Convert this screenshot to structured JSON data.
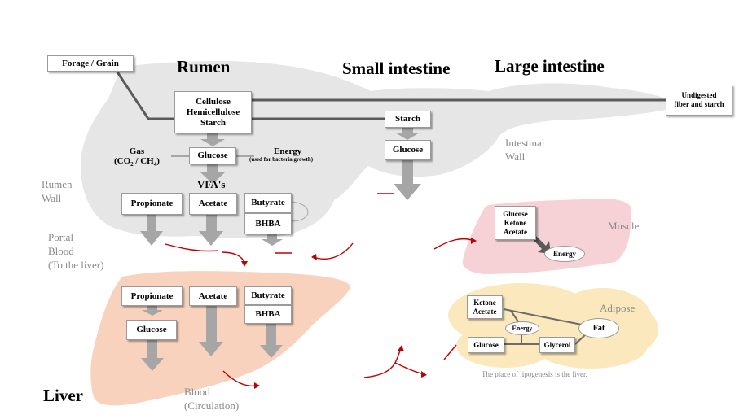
{
  "regions": {
    "rumen": "Rumen",
    "small_intestine": "Small intestine",
    "large_intestine": "Large intestine",
    "liver": "Liver"
  },
  "boxes": {
    "forage_grain": "Forage / Grain",
    "undigested_line1": "Undigested",
    "undigested_line2": "fiber and starch",
    "cellulose": "Cellulose",
    "hemicellulose": "Hemicellulose",
    "starch_rumen": "Starch",
    "glucose_rumen": "Glucose",
    "starch_intestine": "Starch",
    "glucose_intestine": "Glucose",
    "propionate_rumen": "Propionate",
    "acetate_rumen": "Acetate",
    "butyrate_rumen": "Butyrate",
    "bhba_rumen": "BHBA",
    "propionate_liver": "Propionate",
    "acetate_liver": "Acetate",
    "butyrate_liver": "Butyrate",
    "bhba_liver": "BHBA",
    "glucose_liver": "Glucose"
  },
  "labels": {
    "gas_line1": "Gas",
    "gas_line2_pre": "(CO",
    "gas_sub1": "2",
    "gas_mid": " / CH",
    "gas_sub2": "4",
    "gas_post": ")",
    "energy": "Energy",
    "energy_note": "(used for bacteria growth)",
    "vfas": "VFA's",
    "rumen_wall_1": "Rumen",
    "rumen_wall_2": "Wall",
    "portal_blood_1": "Portal",
    "portal_blood_2": "Blood",
    "portal_blood_3": "(To the liver)",
    "intestinal_wall_1": "Intestinal",
    "intestinal_wall_2": "Wall",
    "blood_1": "Blood",
    "blood_2": "(Circulation)",
    "muscle": "Muscle",
    "adipose": "Adipose",
    "lipogenesis_note": "The place of lipogenesis is the liver."
  },
  "muscle": {
    "glucose": "Glucose",
    "ketone": "Ketone",
    "acetate": "Acetate",
    "energy": "Energy"
  },
  "adipose_items": {
    "ketone": "Ketone",
    "acetate": "Acetate",
    "energy": "Energy",
    "fat": "Fat",
    "glucose": "Glucose",
    "glycerol": "Glycerol"
  },
  "colors": {
    "rumen_fill": "#e6e6e6",
    "liver_fill": "#f8d2bc",
    "muscle_fill": "#f6d2d6",
    "adipose_fill": "#fbe9bd",
    "arrow_gray": "#a6a6a6",
    "line_dark": "#5a5a5a",
    "blood_arrow": "#c00000"
  }
}
